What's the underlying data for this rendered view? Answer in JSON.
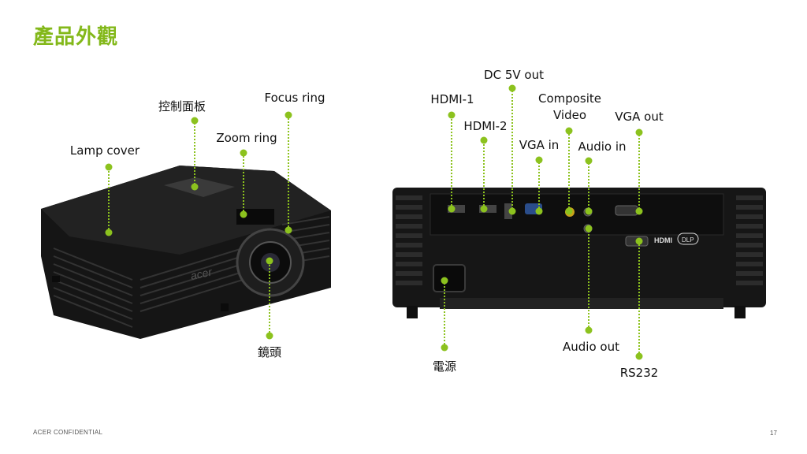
{
  "slide": {
    "title": "產品外觀",
    "footer_left": "ACER CONFIDENTIAL",
    "page_number": "17"
  },
  "front_labels": {
    "panel": "控制面板",
    "focus_ring": "Focus ring",
    "zoom_ring": "Zoom ring",
    "lamp_cover": "Lamp cover",
    "lens": "鏡頭"
  },
  "rear_labels": {
    "dc_5v_out": "DC 5V out",
    "hdmi_1": "HDMI-1",
    "hdmi_2": "HDMI-2",
    "composite_video_line1": "Composite",
    "composite_video_line2": "Video",
    "vga_out": "VGA out",
    "vga_in": "VGA in",
    "audio_in": "Audio in",
    "audio_out": "Audio out",
    "power": "電源",
    "rs232": "RS232"
  },
  "product_images": {
    "front_brand": "acer",
    "rear_badges": [
      "HDMI",
      "DLP"
    ]
  }
}
